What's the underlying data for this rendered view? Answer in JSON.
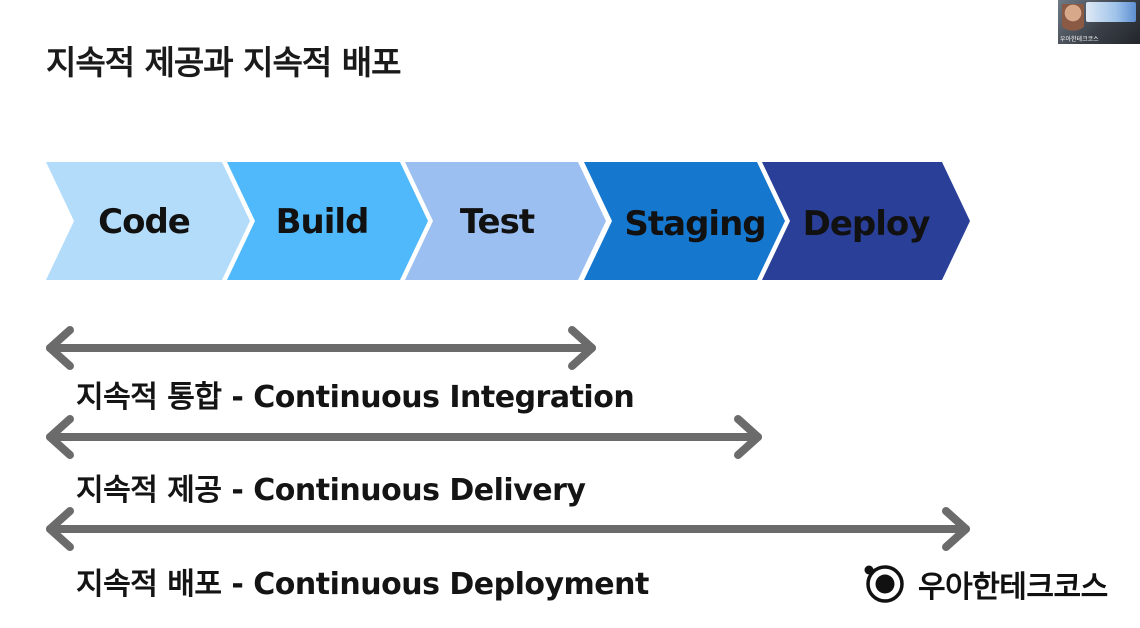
{
  "slide": {
    "title": "지속적 제공과 지속적 배포"
  },
  "pipeline": {
    "stages": [
      {
        "label": "Code",
        "color": "#b3dcfb"
      },
      {
        "label": "Build",
        "color": "#4fb9fb"
      },
      {
        "label": "Test",
        "color": "#9cbff1"
      },
      {
        "label": "Staging",
        "color": "#1677cf"
      },
      {
        "label": "Deploy",
        "color": "#2a3f98"
      }
    ]
  },
  "ranges": [
    {
      "label": "지속적 통합 - Continuous Integration",
      "from_stage": "Code",
      "to_stage": "Test"
    },
    {
      "label": "지속적 제공 - Continuous Delivery",
      "from_stage": "Code",
      "to_stage": "Staging"
    },
    {
      "label": "지속적 배포 - Continuous Deployment",
      "from_stage": "Code",
      "to_stage": "Deploy"
    }
  ],
  "webcam": {
    "caption": "우아한테크코스"
  },
  "brand": {
    "name": "우아한테크코스",
    "icon": "woowa-logo-icon"
  },
  "colors": {
    "arrow": "#6b6b6b",
    "text": "#111111"
  }
}
